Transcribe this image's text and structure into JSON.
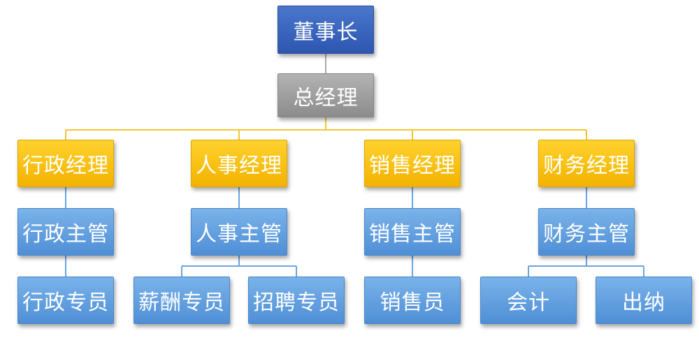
{
  "chairman": "董事长",
  "general_manager": "总经理",
  "departments": [
    {
      "manager": "行政经理",
      "supervisor": "行政主管",
      "staff": [
        "行政专员"
      ]
    },
    {
      "manager": "人事经理",
      "supervisor": "人事主管",
      "staff": [
        "薪酬专员",
        "招聘专员"
      ]
    },
    {
      "manager": "销售经理",
      "supervisor": "销售主管",
      "staff": [
        "销售员"
      ]
    },
    {
      "manager": "财务经理",
      "supervisor": "财务主管",
      "staff": [
        "会计",
        "出纳"
      ]
    }
  ],
  "colors": {
    "chairman": "#3a64c0",
    "general_manager": "#9f9f9f",
    "manager": "#fbc20a",
    "staff": "#6aa4e4",
    "connector_top": "#a9a9a9",
    "connector_manager": "#f5c531",
    "connector_staff": "#6aa4e4"
  }
}
